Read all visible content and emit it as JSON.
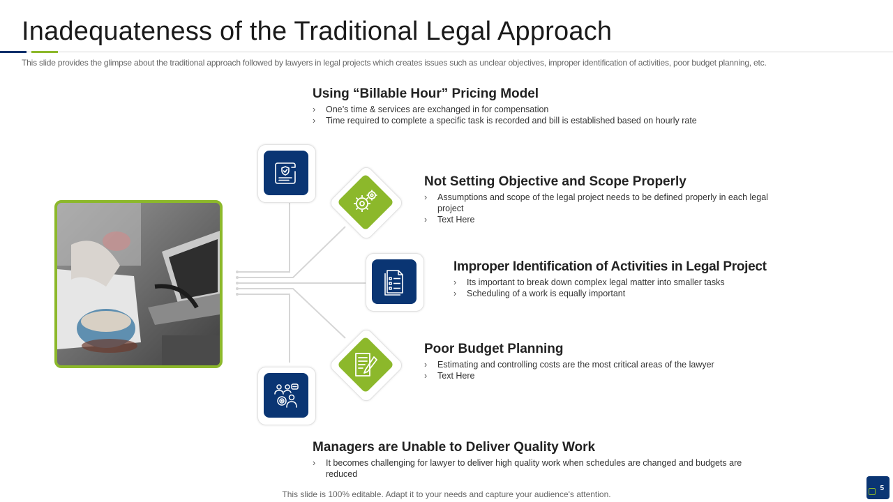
{
  "slide": {
    "title": "Inadequateness of the Traditional Legal Approach",
    "subtitle": "This slide provides the glimpse about the traditional approach followed by lawyers in legal projects which creates issues such as unclear objectives, improper identification of activities, poor budget planning, etc.",
    "footer": "This slide is 100% editable. Adapt it to your needs and capture your audience's attention.",
    "page_number": "5"
  },
  "items": [
    {
      "heading": "Using “Billable Hour” Pricing Model",
      "bullets": [
        "One’s time & services are exchanged in for compensation",
        "Time required  to complete  a specific task is recorded  and bill is established based on hourly rate"
      ],
      "icon": "contract-shield-icon"
    },
    {
      "heading": "Not Setting Objective and Scope Properly",
      "bullets": [
        "Assumptions and scope of the legal project needs to be defined properly in each legal project",
        "Text Here"
      ],
      "icon": "gears-icon"
    },
    {
      "heading": "Improper Identification of Activities in Legal Project",
      "bullets": [
        "Its important to break down complex legal matter into smaller tasks",
        "Scheduling of a work is equally important"
      ],
      "icon": "document-list-icon"
    },
    {
      "heading": "Poor Budget Planning",
      "bullets": [
        "Estimating and controlling costs are the most critical areas of the lawyer",
        "Text Here"
      ],
      "icon": "document-pen-icon"
    },
    {
      "heading": "Managers are Unable to Deliver Quality Work",
      "bullets": [
        "It becomes challenging for lawyer to deliver  high quality work when  schedules are changed  and budgets are reduced"
      ],
      "icon": "team-target-icon"
    }
  ],
  "colors": {
    "navy": "#0a3573",
    "green": "#8cb82b"
  }
}
